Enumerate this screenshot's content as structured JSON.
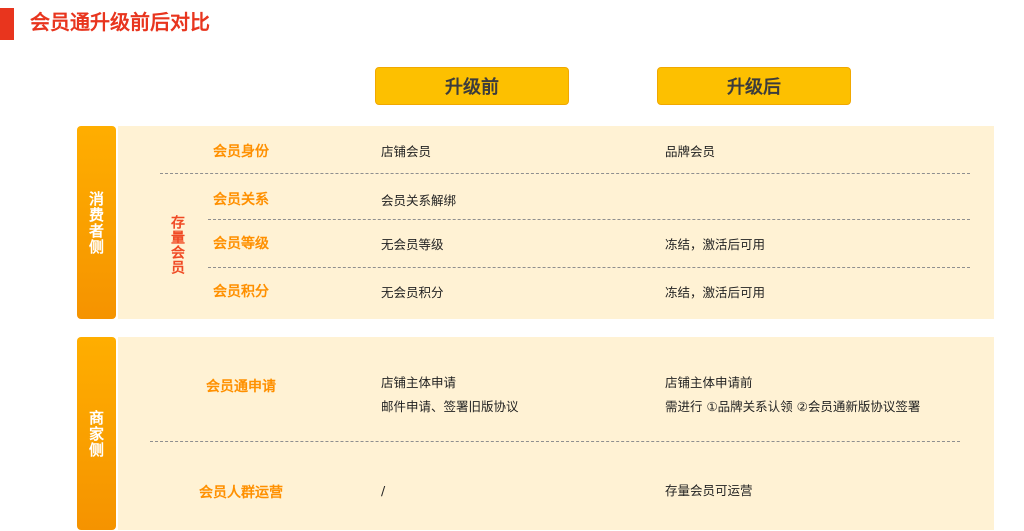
{
  "title": "会员通升级前后对比",
  "columns": {
    "before": "升级前",
    "after": "升级后"
  },
  "consumer": {
    "side_label": "消费者侧",
    "group_label": "存量会员",
    "rows": [
      {
        "label": "会员身份",
        "before": "店铺会员",
        "after": "品牌会员"
      },
      {
        "label": "会员关系",
        "before": "会员关系解绑",
        "after": ""
      },
      {
        "label": "会员等级",
        "before": "无会员等级",
        "after": "冻结，激活后可用"
      },
      {
        "label": "会员积分",
        "before": "无会员积分",
        "after": "冻结，激活后可用"
      }
    ]
  },
  "merchant": {
    "side_label": "商家侧",
    "rows": [
      {
        "label": "会员通申请",
        "before": [
          "店铺主体申请",
          "邮件申请、签署旧版协议"
        ],
        "after": [
          "店铺主体申请前",
          "需进行 ①品牌关系认领 ②会员通新版协议签署"
        ]
      },
      {
        "label": "会员人群运营",
        "before": [
          "/"
        ],
        "after": [
          "存量会员可运营"
        ]
      }
    ]
  }
}
